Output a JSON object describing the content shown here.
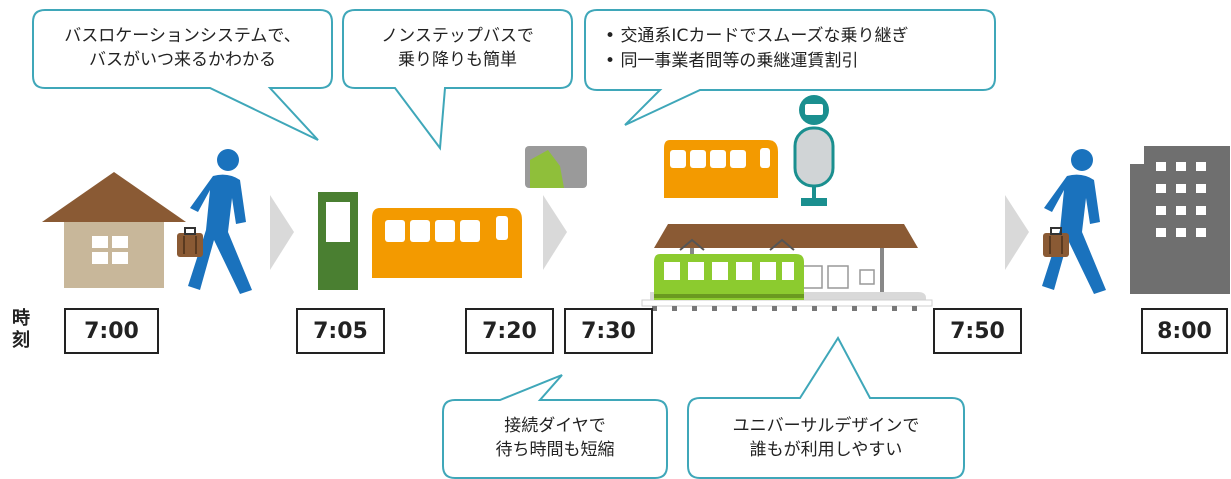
{
  "time_label": [
    "時",
    "刻"
  ],
  "times": [
    "7:00",
    "7:05",
    "7:20",
    "7:30",
    "7:50",
    "8:00"
  ],
  "callouts": {
    "bus_location": [
      "バスロケーションシステムで、",
      "バスがいつ来るかわかる"
    ],
    "nonstep": [
      "ノンステップバスで",
      "乗り降りも簡単"
    ],
    "ic_card": [
      "交通系ICカードでスムーズな乗り継ぎ",
      "同一事業者間等の乗継運賃割引"
    ],
    "connection": [
      "接続ダイヤで",
      "待ち時間も短縮"
    ],
    "universal": [
      "ユニバーサルデザインで",
      "誰もが利用しやすい"
    ]
  },
  "colors": {
    "callout_border": "#3fa7b9",
    "house_roof": "#8a5a34",
    "house_wall": "#c8b79a",
    "person": "#1a72bd",
    "bag": "#8a5a34",
    "bus_stop_pole": "#4a7f31",
    "bus": "#f39a00",
    "ic_card": "#8fbf3a",
    "train": "#8ccb2f",
    "platform_roof": "#8a5a34",
    "building": "#6f6f6f",
    "arrow": "#d9d9d9"
  },
  "icons": [
    "house-icon",
    "walking-person-icon",
    "briefcase-icon",
    "bus-stop-icon",
    "bus-icon",
    "ic-card-icon",
    "bus-stop-sign-icon",
    "train-icon",
    "station-platform-icon",
    "office-building-icon",
    "chevron-arrow-icon"
  ]
}
